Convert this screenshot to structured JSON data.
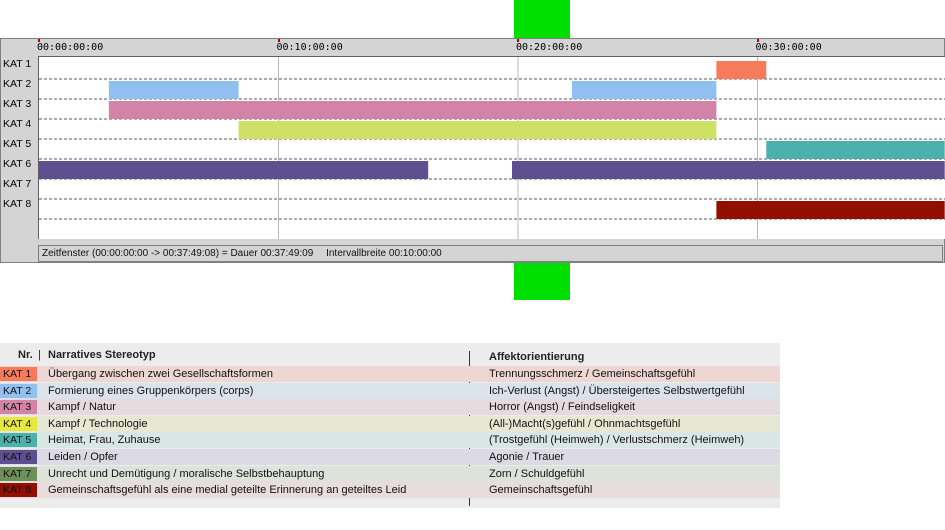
{
  "timeline": {
    "duration_seconds": 2269,
    "interval_seconds": 600,
    "ticks": [
      {
        "label": "00:00:00:00",
        "t": 0
      },
      {
        "label": "00:10:00:00",
        "t": 600
      },
      {
        "label": "00:20:00:00",
        "t": 1200
      },
      {
        "label": "00:30:00:00",
        "t": 1800
      }
    ],
    "rows": [
      "KAT 1",
      "KAT 2",
      "KAT 3",
      "KAT 4",
      "KAT 5",
      "KAT 6",
      "KAT 7",
      "KAT 8"
    ],
    "segments": [
      {
        "row": 0,
        "start": 1697,
        "end": 1822,
        "color": "#f77b5a"
      },
      {
        "row": 1,
        "start": 175,
        "end": 500,
        "color": "#90c0f0"
      },
      {
        "row": 1,
        "start": 1335,
        "end": 1697,
        "color": "#90c0f0"
      },
      {
        "row": 2,
        "start": 175,
        "end": 1697,
        "color": "#d283a7"
      },
      {
        "row": 3,
        "start": 500,
        "end": 1697,
        "color": "#cee066"
      },
      {
        "row": 4,
        "start": 1822,
        "end": 2269,
        "color": "#4cb1ac"
      },
      {
        "row": 5,
        "start": 0,
        "end": 975,
        "color": "#5e4f91"
      },
      {
        "row": 5,
        "start": 1185,
        "end": 2269,
        "color": "#5e4f91"
      },
      {
        "row": 7,
        "start": 1697,
        "end": 2269,
        "color": "#920f00"
      }
    ],
    "status": {
      "zeitfenster": "Zeitfenster (00:00:00:00 -> 00:37:49:08) = Dauer 00:37:49:09",
      "intervall": "Intervallbreite 00:10:00:00"
    }
  },
  "legend": {
    "header_nr": "Nr.",
    "header_stereotyp": "Narratives Stereotyp",
    "header_affekt": "Affektorientierung",
    "rows": [
      {
        "nr": "KAT 1",
        "stereotyp": "Übergang zwischen zwei Gesellschaftsformen",
        "affekt": "Trennungsschmerz / Gemeinschaftsgefühl",
        "color": "#f77b5a",
        "tint": "#eed7d3"
      },
      {
        "nr": "KAT 2",
        "stereotyp": "Formierung eines Gruppenkörpers (corps)",
        "affekt": "Ich-Verlust (Angst) / Übersteigertes Selbstwertgefühl",
        "color": "#90c0f0",
        "tint": "#dae3ec"
      },
      {
        "nr": "KAT 3",
        "stereotyp": "Kampf / Natur",
        "affekt": "Horror (Angst) / Feindseligkeit",
        "color": "#d283a7",
        "tint": "#e6dade"
      },
      {
        "nr": "KAT 4",
        "stereotyp": "Kampf / Technologie",
        "affekt": "(All-)Macht(s)gefühl / Ohnmachtsgefühl",
        "color": "#e8e83c",
        "tint": "#e6e8d4"
      },
      {
        "nr": "KAT 5",
        "stereotyp": "Heimat, Frau, Zuhause",
        "affekt": "(Trostgefühl (Heimweh) / Verlustschmerz (Heimweh)",
        "color": "#4cb1ac",
        "tint": "#d8e6e4"
      },
      {
        "nr": "KAT 6",
        "stereotyp": "Leiden / Opfer",
        "affekt": "Agonie / Trauer",
        "color": "#5e4f91",
        "tint": "#dcdae4"
      },
      {
        "nr": "KAT 7",
        "stereotyp": "Unrecht und Demütigung / moralische Selbstbehauptung",
        "affekt": "Zorn / Schuldgefühl",
        "color": "#6e8e5a",
        "tint": "#dde2da"
      },
      {
        "nr": "KAT 8",
        "stereotyp": "Gemeinschaftsgefühl als eine medial geteilte Erinnerung an geteiltes Leid",
        "affekt": "Gemeinschaftsgefühl",
        "color": "#920f00",
        "tint": "#e8dcdc"
      }
    ]
  }
}
